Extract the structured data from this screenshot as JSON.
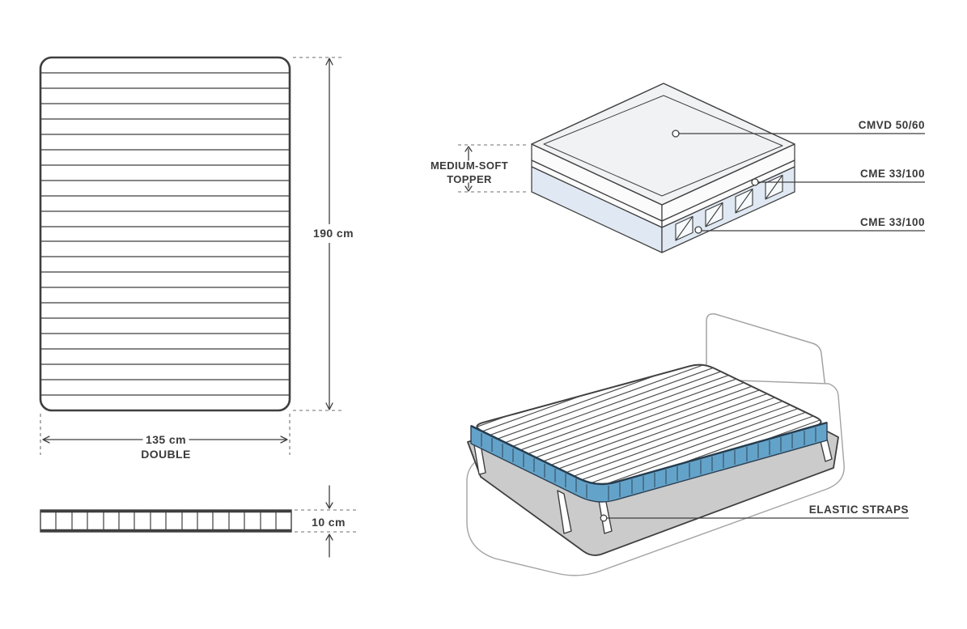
{
  "labels": {
    "top_view": {
      "height": "190 cm",
      "width": "135 cm",
      "size": "DOUBLE"
    },
    "side_view": {
      "thickness": "10 cm"
    },
    "iso": {
      "topper_line1": "MEDIUM-SOFT",
      "topper_line2": "TOPPER",
      "layer_top": "CMVD 50/60",
      "layer_mid": "CME 33/100",
      "layer_low": "CME 33/100"
    },
    "bed": {
      "straps": "ELASTIC STRAPS"
    }
  },
  "colors": {
    "line": "#3f3f3f",
    "text": "#3a3a3a",
    "light_outline": "#a3a3a3",
    "topper_blue": "#64a3c9",
    "blue_layer": "#e0e9f3",
    "top_face": "#f1f2f4",
    "mattress_gray": "#cbcbcb"
  }
}
